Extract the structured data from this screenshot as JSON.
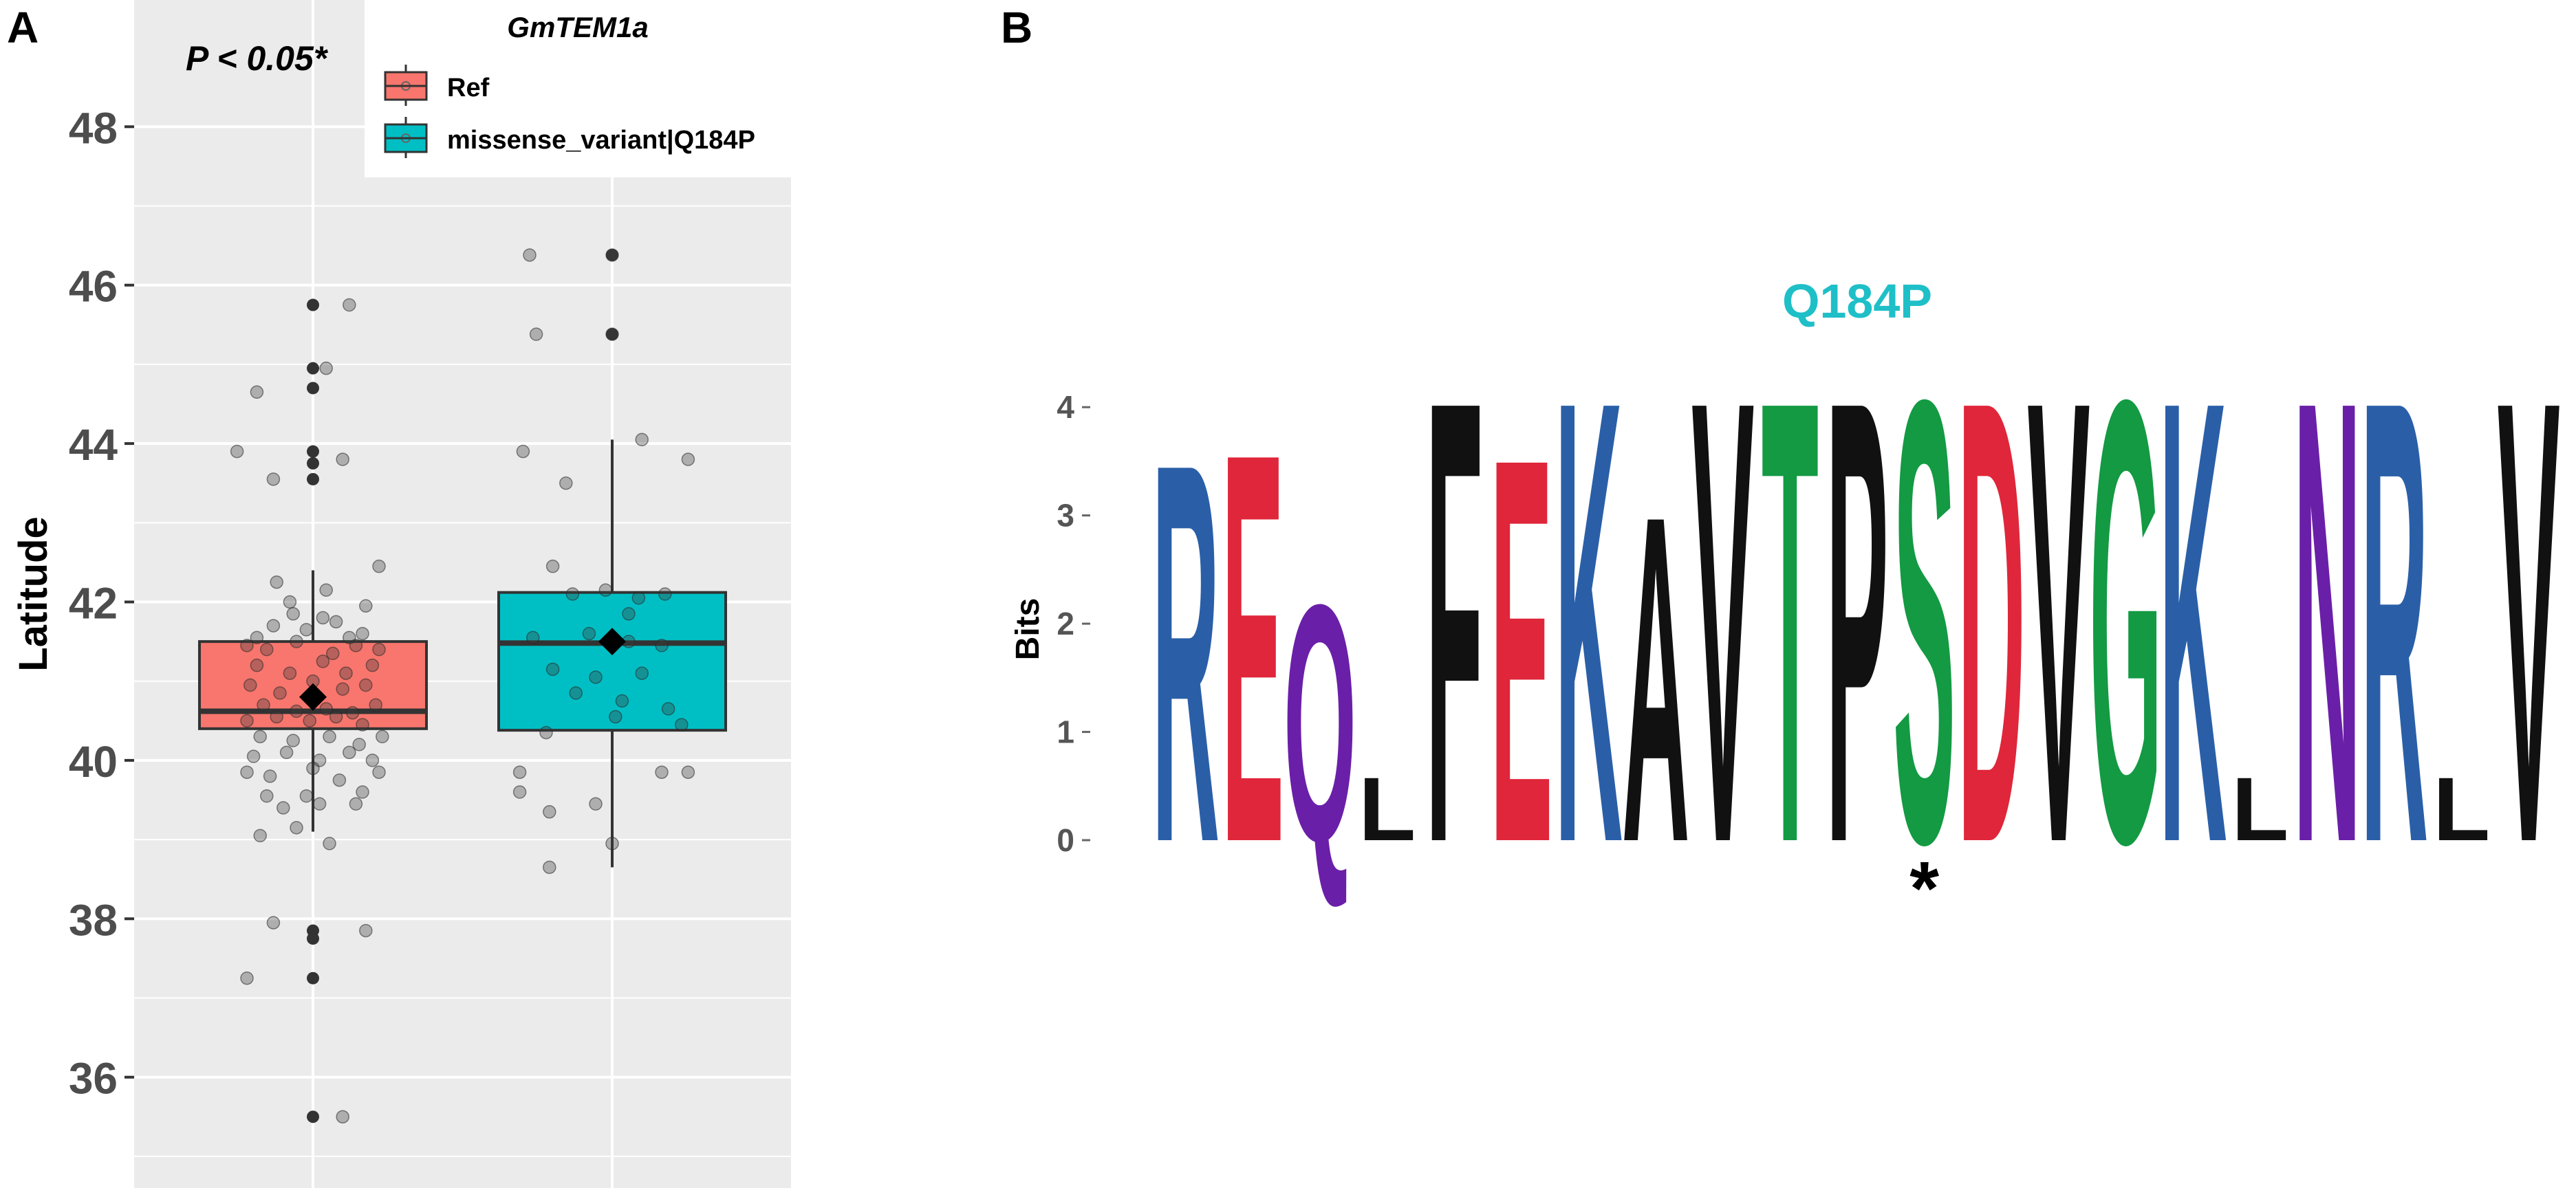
{
  "chart_data": [
    {
      "panel_label": "A",
      "type": "box",
      "ylabel": "Latitude",
      "ylim": [
        34.6,
        49.6
      ],
      "y_ticks": [
        36,
        38,
        40,
        42,
        44,
        46,
        48
      ],
      "grid": true,
      "annotation": "P < 0.05*",
      "legend": {
        "title": "GmTEM1a",
        "placement": "top-right",
        "entries": [
          "Ref",
          "missense_variant|Q184P"
        ]
      },
      "series": [
        {
          "name": "Ref",
          "color": "#F8766D",
          "q1": 40.4,
          "median": 40.62,
          "q3": 41.5,
          "whisker_low": 39.1,
          "whisker_high": 42.4,
          "mean": 40.8,
          "outliers": [
            45.75,
            44.95,
            44.7,
            43.9,
            43.75,
            43.55,
            37.85,
            37.75,
            37.25,
            35.5
          ],
          "jitter": [
            [
              -0.17,
              44.65
            ],
            [
              0.04,
              44.95
            ],
            [
              0.11,
              45.75
            ],
            [
              -0.23,
              43.9
            ],
            [
              0.09,
              43.8
            ],
            [
              -0.12,
              43.55
            ],
            [
              0.16,
              37.85
            ],
            [
              -0.12,
              37.95
            ],
            [
              -0.2,
              37.25
            ],
            [
              0.09,
              35.5
            ],
            [
              -0.11,
              42.25
            ],
            [
              0.2,
              42.45
            ],
            [
              0.04,
              42.15
            ],
            [
              -0.07,
              42.0
            ],
            [
              0.16,
              41.95
            ],
            [
              0.2,
              39.85
            ],
            [
              -0.14,
              39.55
            ],
            [
              0.13,
              39.45
            ],
            [
              -0.05,
              39.15
            ],
            [
              0.05,
              38.95
            ],
            [
              -0.16,
              39.05
            ],
            [
              -0.2,
              39.85
            ],
            [
              0.15,
              39.6
            ],
            [
              0.02,
              39.45
            ],
            [
              -0.09,
              39.4
            ],
            [
              -0.02,
              39.55
            ],
            [
              -0.2,
              41.45
            ],
            [
              -0.14,
              41.4
            ],
            [
              -0.05,
              41.5
            ],
            [
              0.06,
              41.35
            ],
            [
              0.13,
              41.45
            ],
            [
              0.2,
              41.4
            ],
            [
              -0.17,
              41.2
            ],
            [
              -0.07,
              41.1
            ],
            [
              0.03,
              41.25
            ],
            [
              0.1,
              41.1
            ],
            [
              0.18,
              41.2
            ],
            [
              -0.19,
              40.95
            ],
            [
              -0.1,
              40.85
            ],
            [
              0.0,
              41.0
            ],
            [
              0.09,
              40.9
            ],
            [
              0.16,
              40.95
            ],
            [
              -0.15,
              40.7
            ],
            [
              -0.05,
              40.62
            ],
            [
              0.04,
              40.65
            ],
            [
              0.12,
              40.6
            ],
            [
              0.19,
              40.7
            ],
            [
              -0.2,
              40.5
            ],
            [
              -0.11,
              40.55
            ],
            [
              -0.01,
              40.5
            ],
            [
              0.07,
              40.55
            ],
            [
              0.15,
              40.45
            ],
            [
              -0.16,
              40.3
            ],
            [
              -0.06,
              40.25
            ],
            [
              0.05,
              40.3
            ],
            [
              0.14,
              40.2
            ],
            [
              0.21,
              40.3
            ],
            [
              -0.18,
              40.05
            ],
            [
              -0.08,
              40.1
            ],
            [
              0.02,
              40.0
            ],
            [
              0.11,
              40.1
            ],
            [
              0.18,
              40.0
            ],
            [
              -0.13,
              39.8
            ],
            [
              0.0,
              39.9
            ],
            [
              0.08,
              39.75
            ],
            [
              -0.12,
              41.7
            ],
            [
              -0.02,
              41.65
            ],
            [
              0.07,
              41.75
            ],
            [
              0.15,
              41.6
            ],
            [
              -0.06,
              41.85
            ],
            [
              0.03,
              41.8
            ],
            [
              -0.17,
              41.55
            ],
            [
              0.11,
              41.55
            ]
          ]
        },
        {
          "name": "missense_variant|Q184P",
          "color": "#00BFC4",
          "q1": 40.38,
          "median": 41.48,
          "q3": 42.12,
          "whisker_low": 38.65,
          "whisker_high": 44.05,
          "mean": 41.5,
          "outliers": [
            46.38,
            45.38
          ],
          "jitter": [
            [
              -0.25,
              46.38
            ],
            [
              -0.23,
              45.38
            ],
            [
              0.0,
              46.38
            ],
            [
              0.0,
              45.38
            ],
            [
              -0.27,
              43.9
            ],
            [
              -0.14,
              43.5
            ],
            [
              0.09,
              44.05
            ],
            [
              0.23,
              43.8
            ],
            [
              -0.18,
              42.45
            ],
            [
              -0.12,
              42.1
            ],
            [
              -0.02,
              42.15
            ],
            [
              0.08,
              42.05
            ],
            [
              0.16,
              42.1
            ],
            [
              -0.24,
              41.55
            ],
            [
              -0.07,
              41.6
            ],
            [
              0.05,
              41.5
            ],
            [
              0.15,
              41.45
            ],
            [
              -0.18,
              41.15
            ],
            [
              -0.05,
              41.05
            ],
            [
              0.09,
              41.1
            ],
            [
              -0.11,
              40.85
            ],
            [
              0.03,
              40.75
            ],
            [
              0.17,
              40.65
            ],
            [
              -0.2,
              40.35
            ],
            [
              0.01,
              40.55
            ],
            [
              0.21,
              40.45
            ],
            [
              -0.28,
              39.85
            ],
            [
              -0.28,
              39.6
            ],
            [
              0.15,
              39.85
            ],
            [
              0.23,
              39.85
            ],
            [
              -0.19,
              39.35
            ],
            [
              -0.05,
              39.45
            ],
            [
              0.0,
              38.95
            ],
            [
              -0.19,
              38.65
            ],
            [
              0.05,
              41.85
            ]
          ]
        }
      ]
    },
    {
      "panel_label": "B",
      "type": "sequence-logo",
      "title": "Q184P",
      "ylabel": "Bits",
      "ylim": [
        0,
        4.3
      ],
      "y_ticks": [
        0,
        1,
        2,
        3,
        4
      ],
      "marker_position": 11,
      "marker_symbol": "*",
      "positions": [
        {
          "main": "R",
          "height": 3.6
        },
        {
          "main": "E",
          "height": 3.7
        },
        {
          "main": "Q",
          "height": 2.25
        },
        {
          "main": "L",
          "height": 0.6
        },
        {
          "main": "F",
          "height": 4.2
        },
        {
          "main": "E",
          "height": 3.65
        },
        {
          "main": "K",
          "height": 4.2
        },
        {
          "main": "A",
          "height": 3.1
        },
        {
          "main": "V",
          "height": 4.2
        },
        {
          "main": "T",
          "height": 4.2
        },
        {
          "main": "P",
          "height": 4.2
        },
        {
          "main": "S",
          "height": 4.2
        },
        {
          "main": "D",
          "height": 4.2
        },
        {
          "main": "V",
          "height": 4.2
        },
        {
          "main": "G",
          "height": 4.2
        },
        {
          "main": "K",
          "height": 4.2
        },
        {
          "main": "L",
          "height": 0.6
        },
        {
          "main": "N",
          "height": 4.2
        },
        {
          "main": "R",
          "height": 4.2
        },
        {
          "main": "L",
          "height": 0.6
        },
        {
          "main": "V",
          "height": 4.2
        }
      ],
      "letter_colors": {
        "R": "#2A5FA8",
        "K": "#2A5FA8",
        "E": "#E0263A",
        "D": "#E0263A",
        "Q": "#6A1FA8",
        "N": "#6A1FA8",
        "T": "#139A43",
        "S": "#139A43",
        "G": "#139A43",
        "L": "#111111",
        "F": "#111111",
        "A": "#111111",
        "V": "#111111",
        "P": "#111111"
      }
    }
  ]
}
